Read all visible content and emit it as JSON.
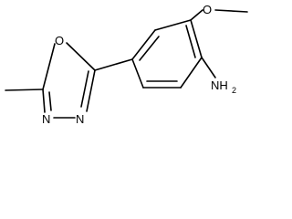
{
  "molecule": {
    "atoms": {
      "oxygen_ring": "O",
      "oxygen_methoxy": "O",
      "nitrogen_1": "N",
      "nitrogen_2": "N",
      "amine_n": "NH",
      "amine_sub": "2"
    },
    "colors": {
      "bond": "#000000",
      "label": "#000000",
      "background": "#ffffff"
    }
  }
}
